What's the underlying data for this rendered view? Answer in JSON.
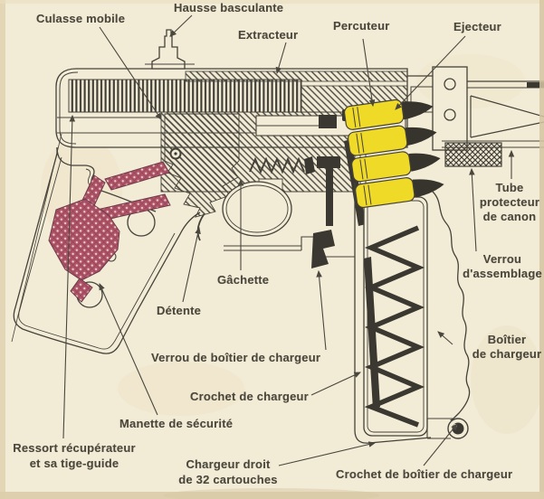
{
  "figure": {
    "type": "technical-cutaway-diagram",
    "subject": "Coupe schématique d'un pistolet automatique avec légendes",
    "language": "fr"
  },
  "colors": {
    "paper": "#f2ecd7",
    "ink": "#45423a",
    "cartridge_yellow": "#f0da28",
    "checkered_red": "#b2566a",
    "spring_dark": "#3a3830"
  },
  "labels": {
    "culasse_mobile": "Culasse mobile",
    "hausse_basculante": "Hausse basculante",
    "extracteur": "Extracteur",
    "percuteur": "Percuteur",
    "ejecteur": "Ejecteur",
    "tube_protecteur": "Tube\nprotecteur\nde canon",
    "verrou_assemblage": "Verrou\nd'assemblage",
    "gachette": "Gâchette",
    "detente": "Détente",
    "verrou_boitier": "Verrou de boîtier de chargeur",
    "crochet_chargeur": "Crochet de chargeur",
    "manette_securite": "Manette de sécurité",
    "ressort_recuperateur": "Ressort récupérateur\net sa tige-guide",
    "chargeur_droit": "Chargeur droit\nde 32 cartouches",
    "crochet_boitier": "Crochet de boîtier de chargeur",
    "boitier_chargeur": "Boîtier\nde chargeur"
  }
}
